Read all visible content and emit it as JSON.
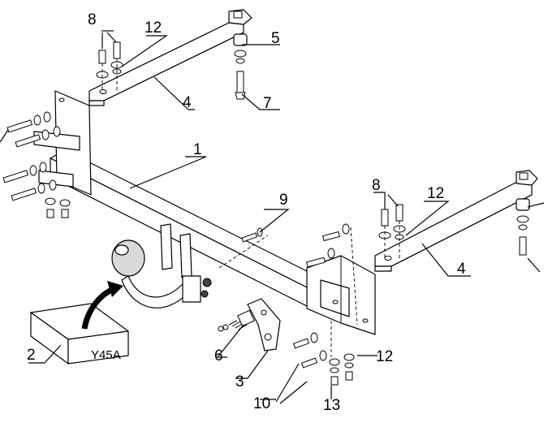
{
  "callouts": {
    "c1": "1",
    "c2": "2",
    "c3": "3",
    "c4a": "4",
    "c4b": "4",
    "c5": "5",
    "c6": "6",
    "c7": "7",
    "c8a": "8",
    "c8b": "8",
    "c9": "9",
    "c10": "10",
    "c12a": "12",
    "c12b": "12",
    "c12c": "12",
    "c13": "13"
  },
  "box_label": "Y45A"
}
